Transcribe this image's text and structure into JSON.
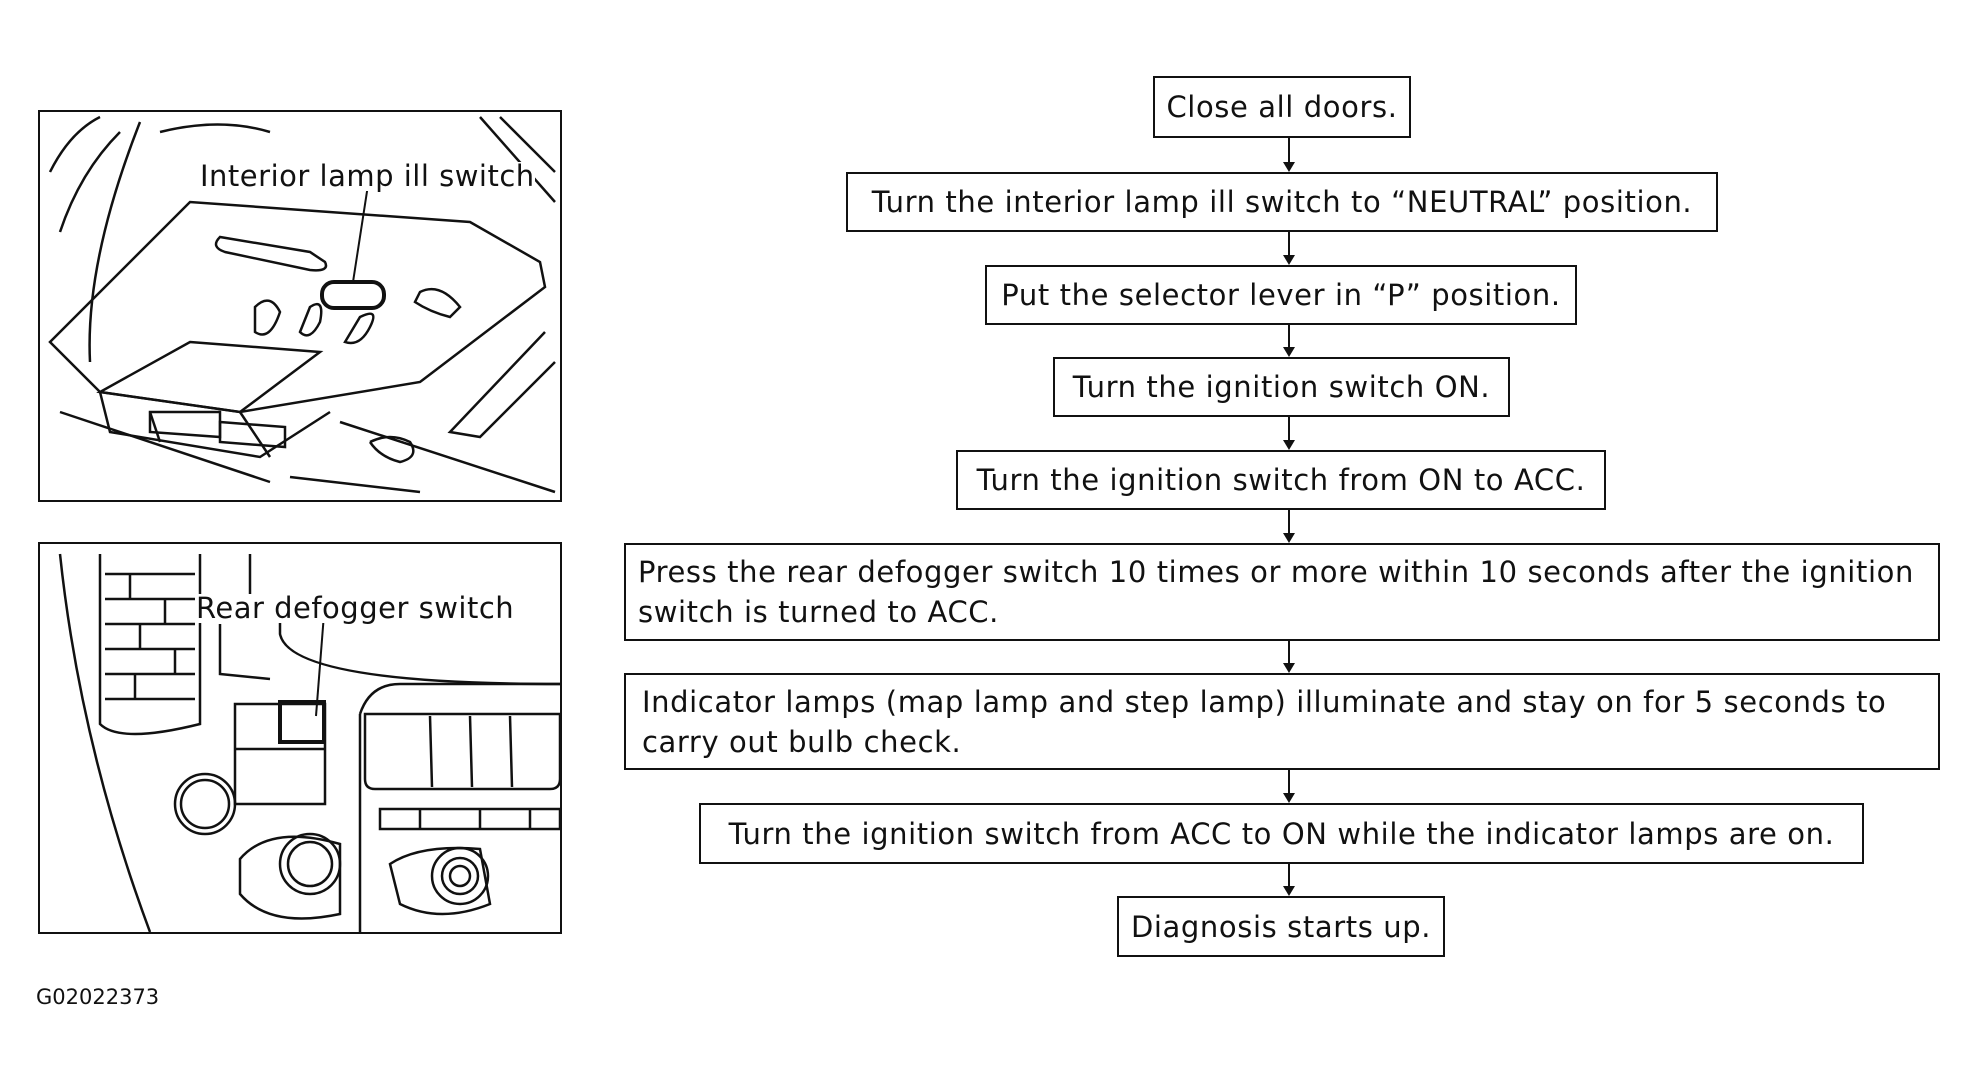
{
  "figure": {
    "code": "G02022373",
    "panels": [
      {
        "callout": "Interior lamp ill switch"
      },
      {
        "callout": "Rear defogger switch"
      }
    ]
  },
  "flowchart": {
    "steps": [
      "Close all doors.",
      "Turn the interior lamp ill switch to “NEUTRAL” position.",
      "Put the selector lever in “P” position.",
      "Turn the ignition switch ON.",
      "Turn the ignition switch from ON to ACC.",
      "Press the rear defogger switch 10 times or more within 10 seconds after the ignition switch is turned to ACC.",
      "Indicator lamps (map lamp and step lamp) illuminate and stay on for 5 seconds to carry out bulb check.",
      "Turn the ignition switch from ACC to ON while the indicator lamps are on.",
      "Diagnosis starts up."
    ]
  }
}
